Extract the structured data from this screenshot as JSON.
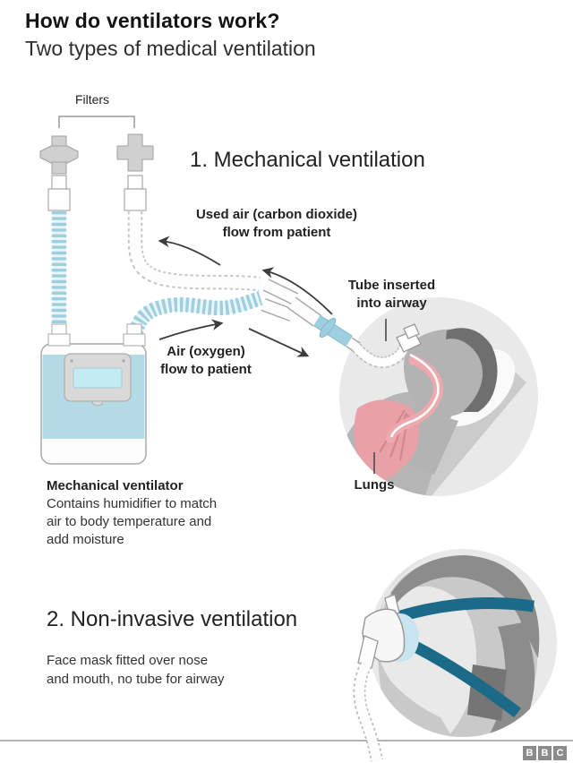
{
  "header": {
    "title": "How do ventilators work?",
    "subtitle": "Two types of medical ventilation"
  },
  "mechanical": {
    "heading": "1. Mechanical ventilation",
    "filters_label": "Filters",
    "used_air": {
      "line1": "Used air (carbon dioxide)",
      "line2": "flow from patient"
    },
    "tube_inserted": {
      "line1": "Tube inserted",
      "line2": "into airway"
    },
    "air_oxygen": {
      "line1": "Air (oxygen)",
      "line2": "flow to patient"
    },
    "lungs_label": "Lungs",
    "ventilator": {
      "title": "Mechanical ventilator",
      "line1": "Contains humidifier to match",
      "line2": "air to body temperature and",
      "line3": "add moisture"
    }
  },
  "noninvasive": {
    "heading": "2. Non-invasive ventilation",
    "desc": {
      "line1": "Face mask fitted over nose",
      "line2": "and mouth, no tube for airway"
    }
  },
  "footer": {
    "logo": [
      "B",
      "B",
      "C"
    ]
  },
  "colors": {
    "tube_blue": "#9ecfdf",
    "machine_blue": "#b3dae5",
    "screen_cyan": "#c3ebf2",
    "strap_teal": "#1a6a88",
    "lungs_pink": "#e9a1a7",
    "circle_gray": "#e9e9e9",
    "bbc_gray": "#8b8b8b"
  }
}
